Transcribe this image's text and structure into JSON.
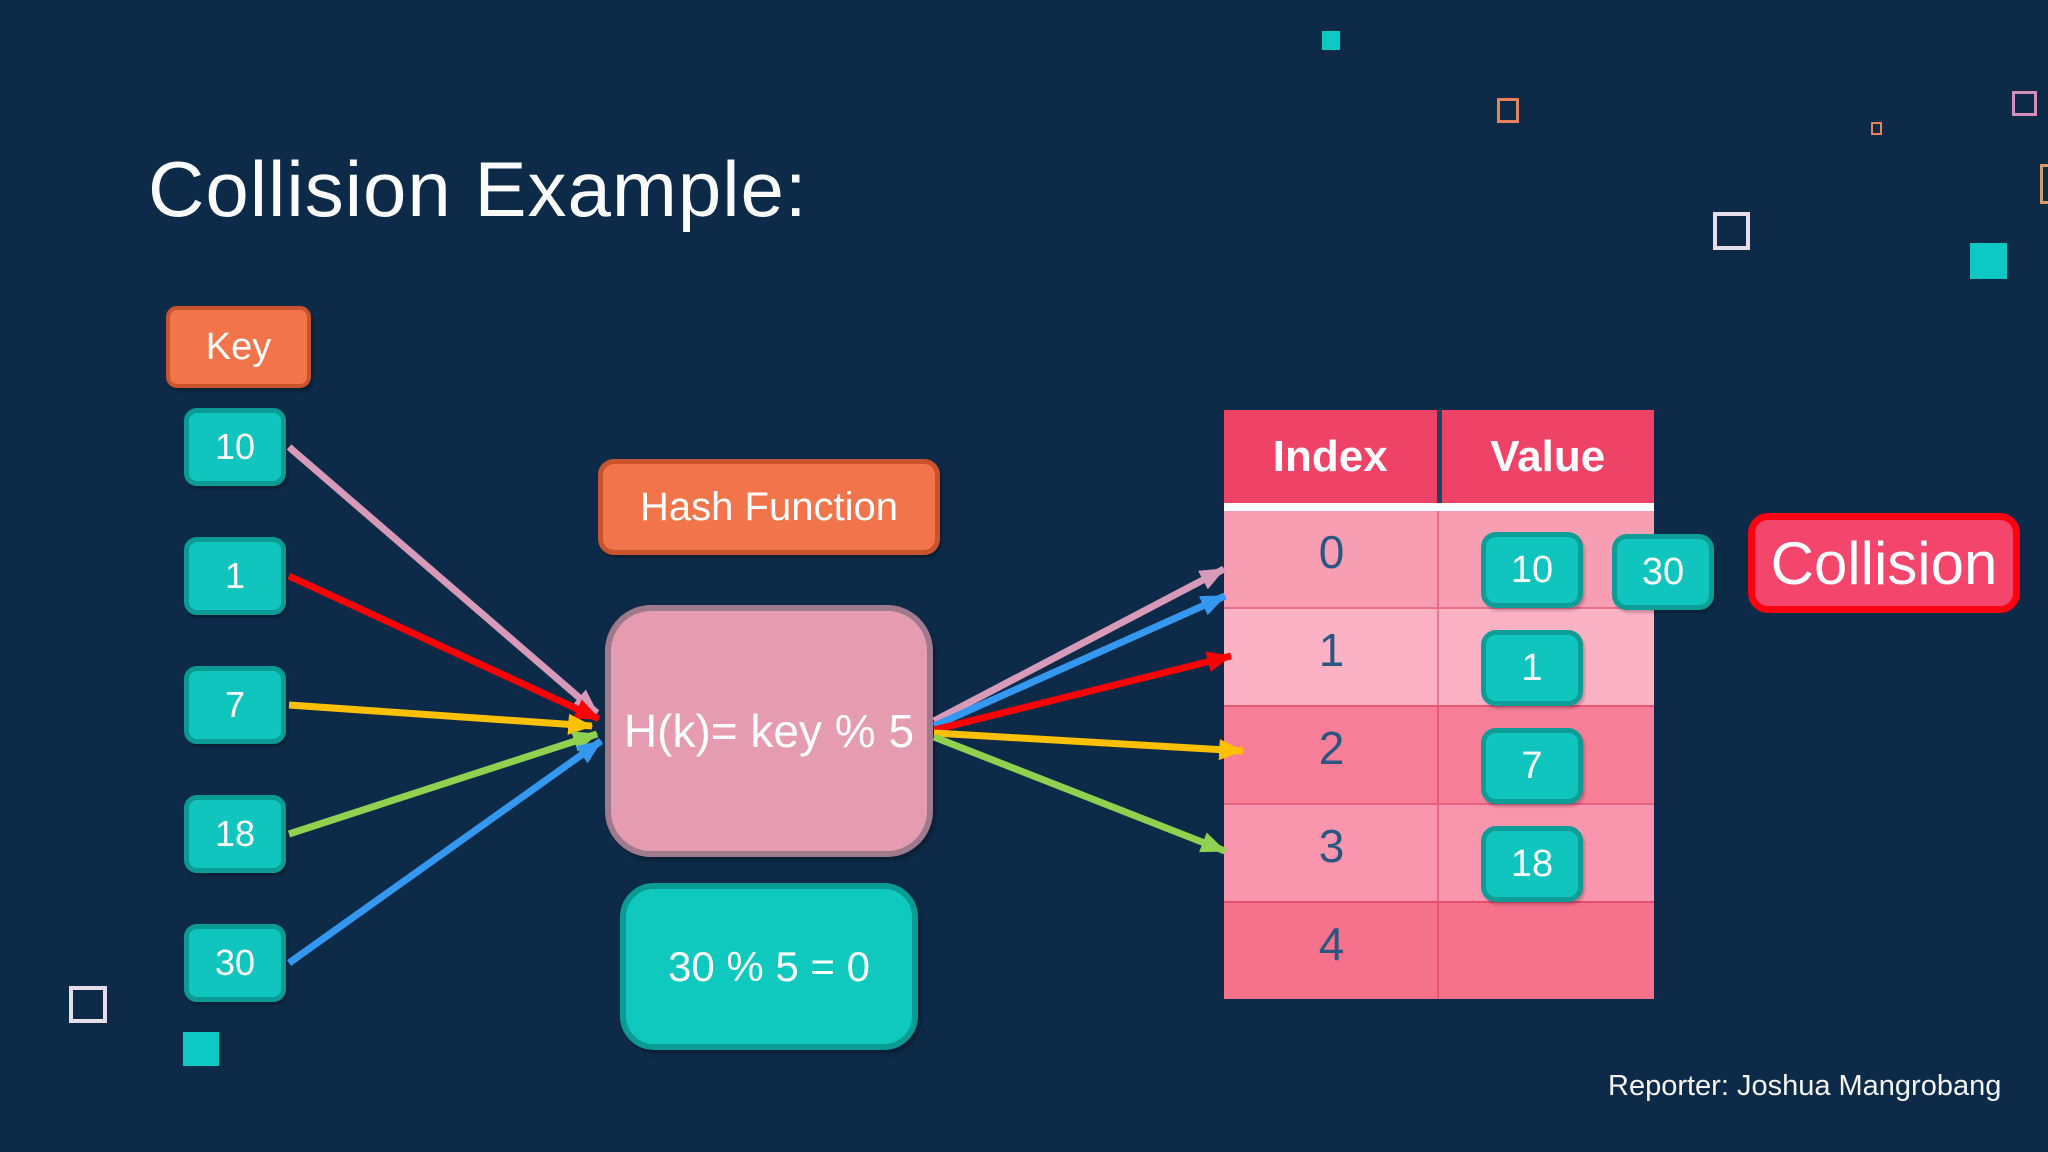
{
  "slide": {
    "title": "Collision Example:",
    "reporter": "Reporter: Joshua Mangrobang",
    "background_color": "#0D2B48"
  },
  "key_panel": {
    "header_label": "Key",
    "keys": [
      "10",
      "1",
      "7",
      "18",
      "30"
    ]
  },
  "hash": {
    "label": "Hash Function",
    "formula": "H(k)= key % 5",
    "example": "30 % 5 = 0"
  },
  "table": {
    "headers": [
      "Index",
      "Value"
    ],
    "header_color": "#EE4266",
    "index_text_color": "#2B5681",
    "rows": [
      {
        "index": "0",
        "values": [
          "10",
          "30"
        ],
        "color": "#F79EB2"
      },
      {
        "index": "1",
        "values": [
          "1"
        ],
        "color": "#FBB2C5"
      },
      {
        "index": "2",
        "values": [
          "7"
        ],
        "color": "#F77E97"
      },
      {
        "index": "3",
        "values": [
          "18"
        ],
        "color": "#F996AD"
      },
      {
        "index": "4",
        "values": [],
        "color": "#F5718C"
      }
    ]
  },
  "collision": {
    "label": "Collision",
    "fill": "#F4466C",
    "border_color": "#FF0011"
  },
  "mappings": [
    {
      "key": "10",
      "hash_index": "0",
      "arrow_color": "pink"
    },
    {
      "key": "1",
      "hash_index": "1",
      "arrow_color": "red"
    },
    {
      "key": "7",
      "hash_index": "2",
      "arrow_color": "yellow"
    },
    {
      "key": "18",
      "hash_index": "3",
      "arrow_color": "green"
    },
    {
      "key": "30",
      "hash_index": "0",
      "arrow_color": "blue"
    }
  ],
  "colors": {
    "accent_teal": "#10C5BE",
    "accent_teal_border": "#0A9C94",
    "accent_orange": "#F2744B",
    "accent_orange_border": "#C8532C",
    "hash_box_fill": "#E69CB0",
    "hash_box_border": "#9E7A8C",
    "arrows": {
      "pink": "#D79BB9",
      "red": "#FB0103",
      "yellow": "#FFC001",
      "green": "#90D150",
      "blue": "#3598F0"
    }
  }
}
